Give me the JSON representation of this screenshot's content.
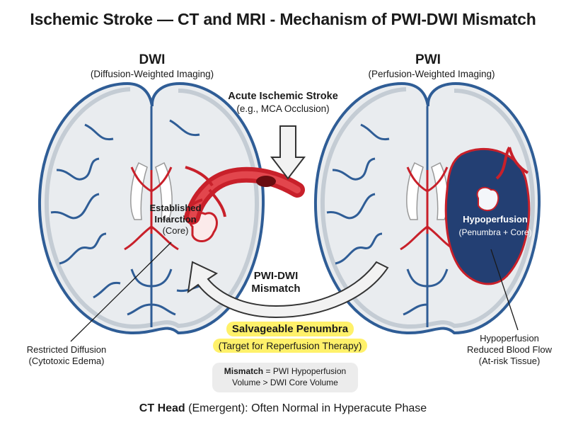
{
  "title": "Ischemic Stroke — CT and MRI - Mechanism of PWI-DWI Mismatch",
  "dwi": {
    "heading": "DWI",
    "subheading": "(Diffusion-Weighted Imaging)"
  },
  "pwi": {
    "heading": "PWI",
    "subheading": "(Perfusion-Weighted Imaging)"
  },
  "stroke": {
    "label": "Acute Ischemic Stroke",
    "example": "(e.g., MCA Occlusion)"
  },
  "core": {
    "line1": "Established",
    "line2": "Infarction",
    "line3": "(Core)"
  },
  "hypoperfusion": {
    "title": "Hypoperfusion",
    "sub": "(Penumbra + Core)"
  },
  "mismatch": {
    "line1": "PWI-DWI",
    "line2": "Mismatch"
  },
  "penumbra": {
    "line1": "Salvageable Penumbra",
    "line2": "(Target for Reperfusion Therapy)"
  },
  "formula": {
    "bold": "Mismatch",
    "line1_rest": " = PWI Hypoperfusion",
    "line2": "Volume > DWI Core Volume"
  },
  "restricted": {
    "line1": "Restricted Diffusion",
    "line2": "(Cytotoxic Edema)"
  },
  "at_risk": {
    "line1": "Hypoperfusion",
    "line2": "Reduced Blood Flow",
    "line3": "(At-risk Tissue)"
  },
  "footer": {
    "bold": "CT Head",
    "rest": " (Emergent): Often Normal in Hyperacute Phase"
  },
  "colors": {
    "vessel": "#2f5d96",
    "artery": "#c8202a",
    "hypoperfusion": "#233f73",
    "highlight": "#fff16a",
    "brain_fill": "#e9ecef"
  }
}
